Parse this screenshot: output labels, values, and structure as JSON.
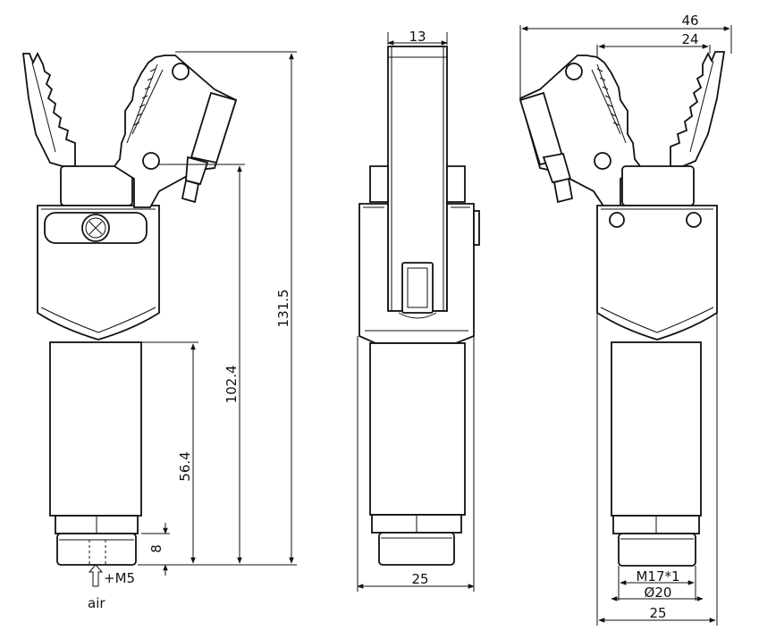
{
  "dimensions": {
    "overall_height": "131.5",
    "height_to_jaw": "102.4",
    "body_height": "56.4",
    "base_height": "8",
    "top_width_front": "13",
    "body_width_front": "25",
    "open_width": "46",
    "jaw_width": "24",
    "thread": "M17*1",
    "diameter": "Ø20",
    "body_width_right": "25"
  },
  "annotations": {
    "port": "+M5",
    "air": "air"
  }
}
